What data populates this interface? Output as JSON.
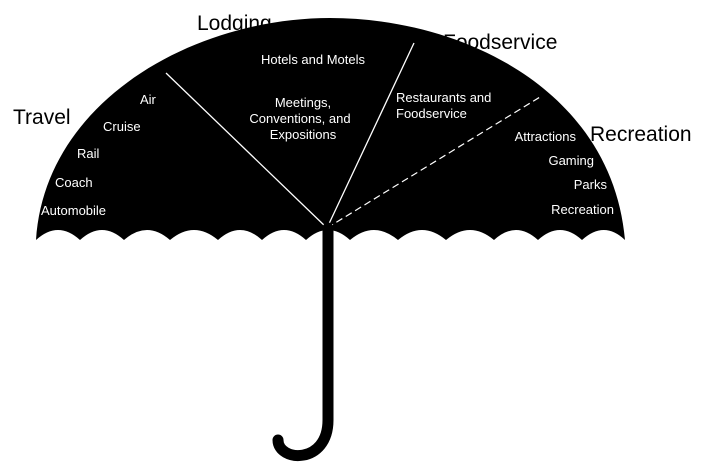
{
  "categories": {
    "travel": {
      "title": "Travel",
      "items": [
        "Air",
        "Cruise",
        "Rail",
        "Coach",
        "Automobile"
      ]
    },
    "lodging": {
      "title": "Lodging",
      "items": [
        "Hotels and Motels",
        "Meetings,",
        "Conventions, and",
        "Expositions"
      ]
    },
    "foodservice": {
      "title": "Foodservice",
      "items": [
        "Restaurants and",
        "Foodservice"
      ]
    },
    "recreation": {
      "title": "Recreation",
      "items": [
        "Attractions",
        "Gaming",
        "Parks",
        "Recreation"
      ]
    }
  },
  "colors": {
    "canopy": "#000000",
    "text_on_canopy": "#ffffff",
    "background": "#ffffff"
  }
}
